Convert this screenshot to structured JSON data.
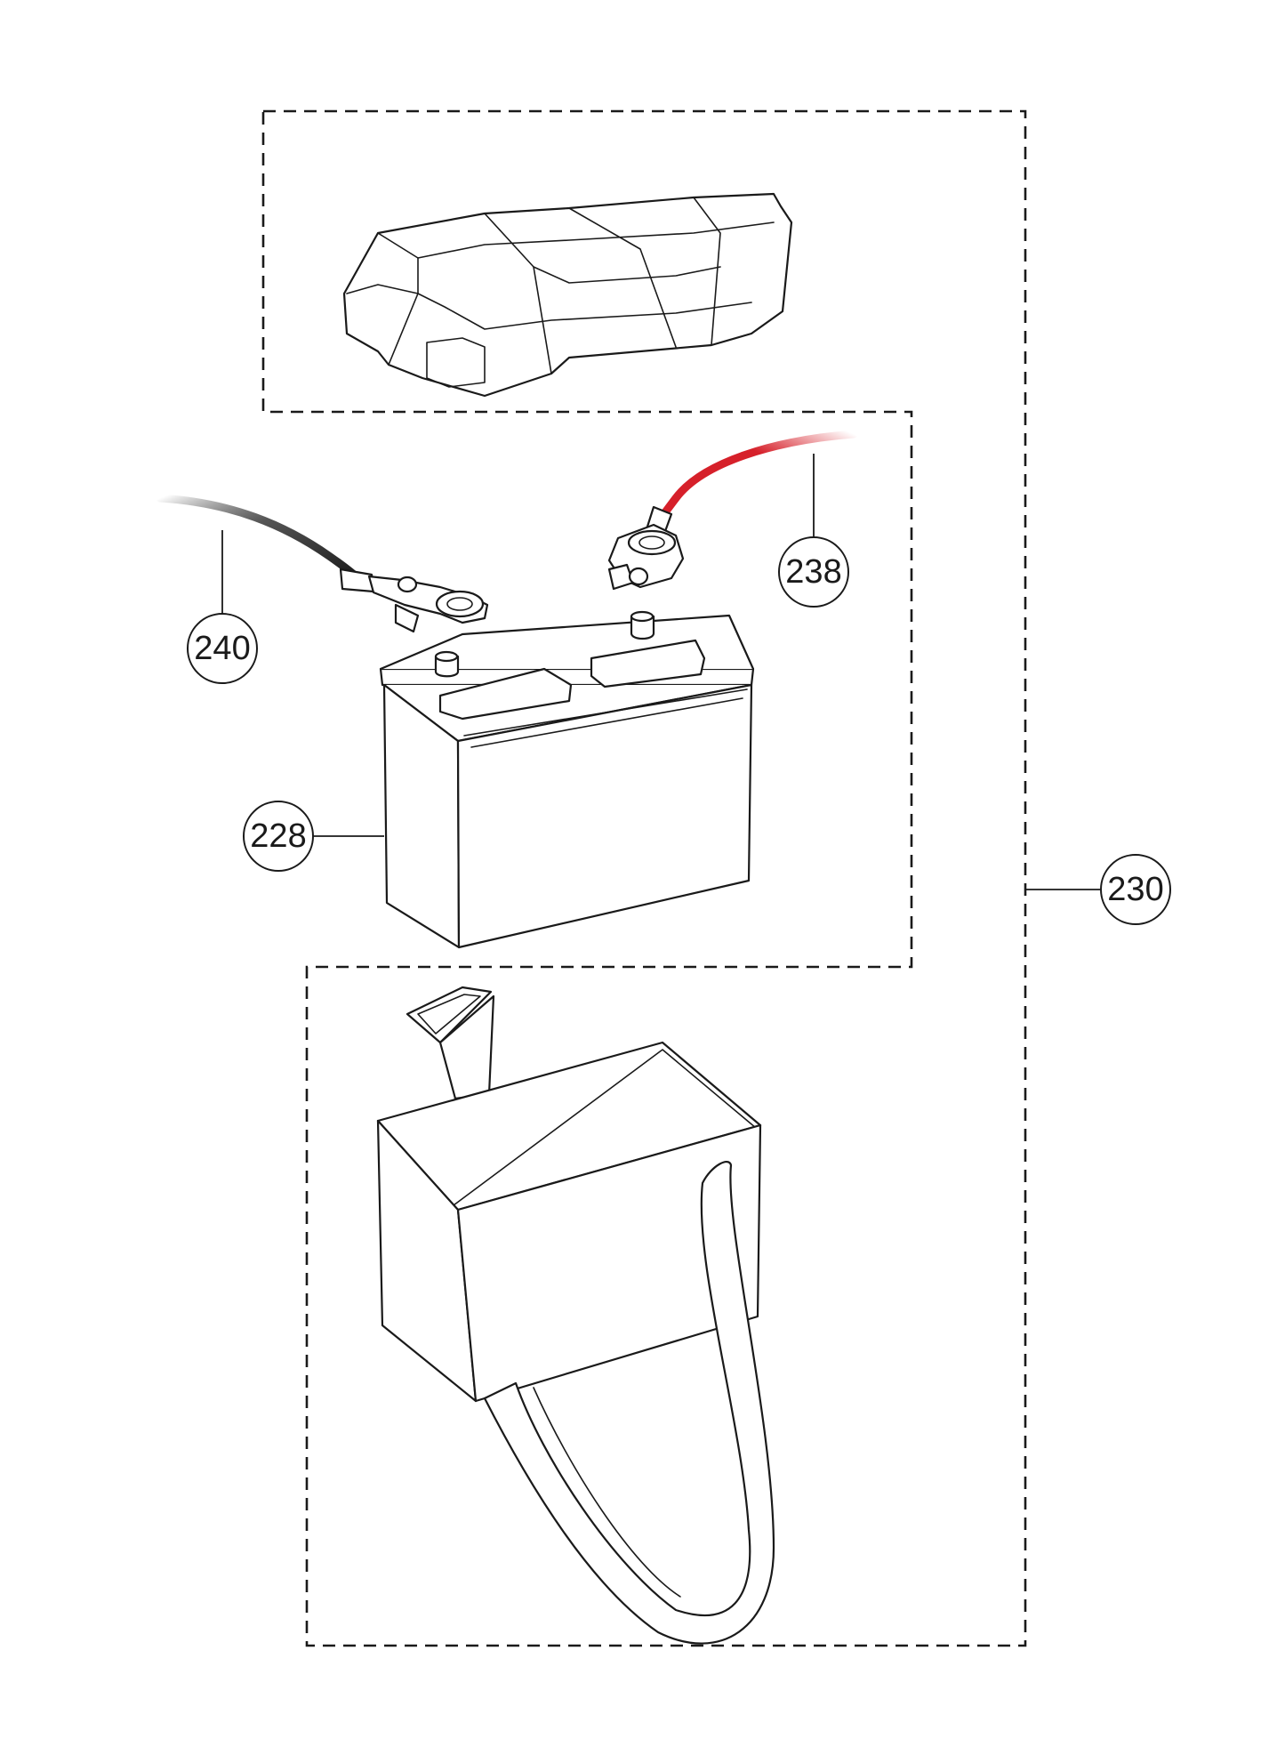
{
  "diagram": {
    "callouts": [
      {
        "id": "c240",
        "label": "240"
      },
      {
        "id": "c238",
        "label": "238"
      },
      {
        "id": "c228",
        "label": "228"
      },
      {
        "id": "c230",
        "label": "230"
      }
    ],
    "colors": {
      "positive_cable": "#d6202a",
      "negative_cable": "#1a1a1a",
      "outline": "#1a1a1a",
      "background": "#ffffff"
    }
  }
}
